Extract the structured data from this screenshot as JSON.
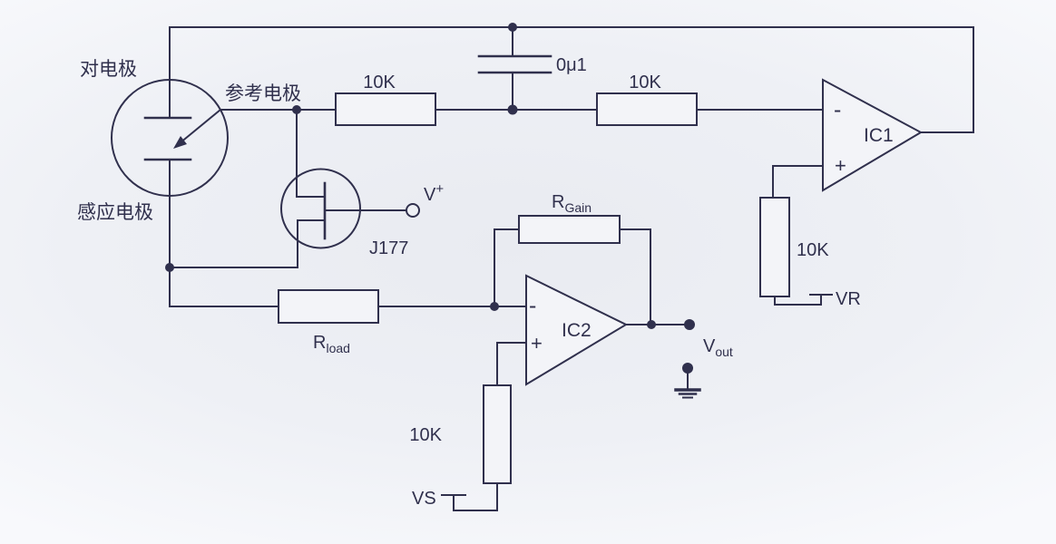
{
  "diagram": {
    "colors": {
      "line": "#30304d",
      "component_fill": "#f3f4f8",
      "background": "#eef0f5"
    },
    "sensor": {
      "counter_electrode": "对电极",
      "reference_electrode": "参考电极",
      "sensing_electrode": "感应电极"
    },
    "transistor": {
      "part": "J177",
      "supply_base": "V",
      "supply_sup": "+"
    },
    "capacitor_value": "0μ1",
    "resistors": {
      "r1": "10K",
      "r2": "10K",
      "r_vr": "10K",
      "r_vs": "10K",
      "r_load_base": "R",
      "r_load_sub": "load",
      "r_gain_base": "R",
      "r_gain_sub": "Gain"
    },
    "opamps": {
      "ic1": "IC1",
      "ic2": "IC2",
      "inverting_sign": "-",
      "noninverting_sign": "+"
    },
    "terminals": {
      "vr": "VR",
      "vs": "VS",
      "vout_base": "V",
      "vout_sub": "out"
    }
  }
}
